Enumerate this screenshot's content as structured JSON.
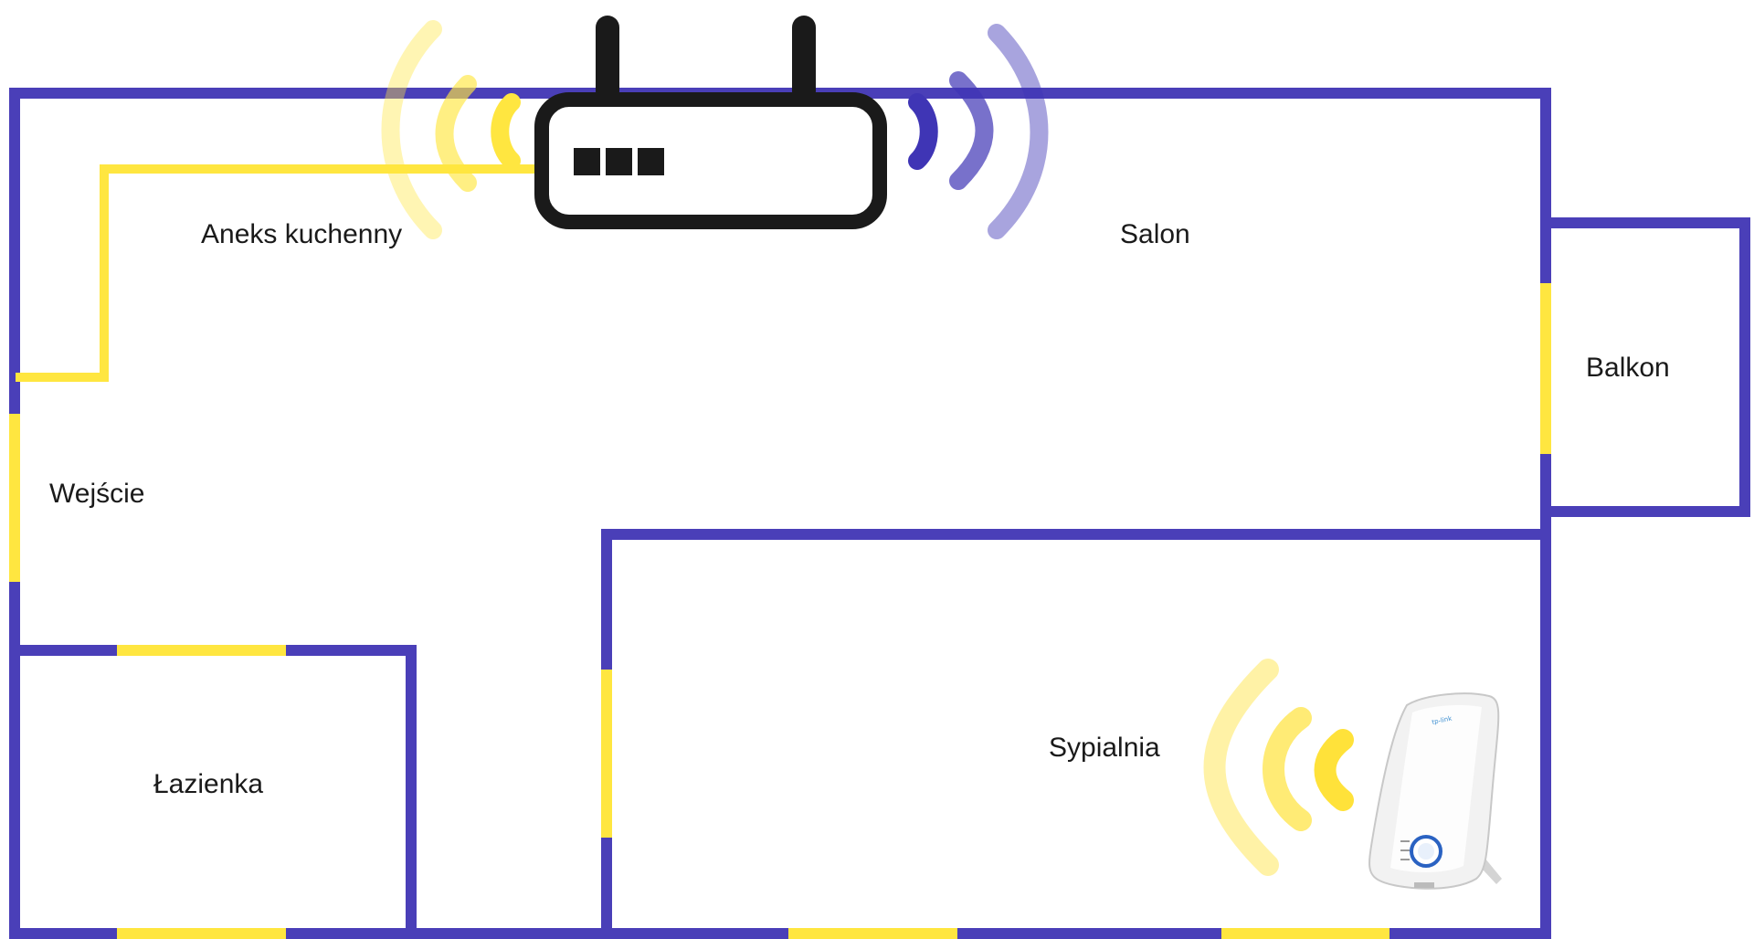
{
  "colors": {
    "wall": "#4a3fb8",
    "door": "#ffe640",
    "router_body": "#1a1a1a",
    "router_signal": "#3f35b5",
    "extender_signal": "#ffe23a"
  },
  "rooms": {
    "kitchen": "Aneks kuchenny",
    "living_room": "Salon",
    "balcony": "Balkon",
    "entrance": "Wejście",
    "bathroom": "Łazienka",
    "bedroom": "Sypialnia"
  },
  "icons": {
    "router": "wifi-router-icon",
    "extender": "range-extender-icon"
  },
  "extender": {
    "brand": "tp-link"
  }
}
